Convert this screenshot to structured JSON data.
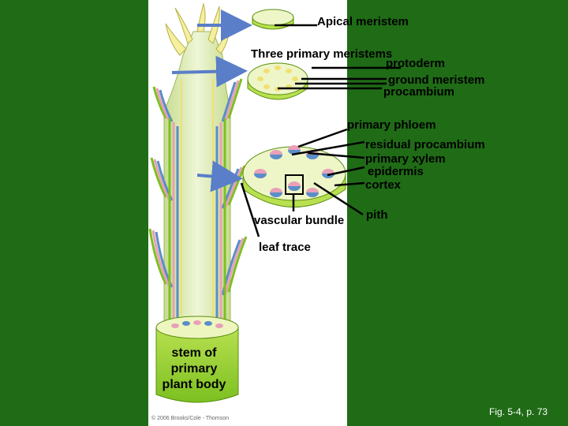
{
  "labels": {
    "apical_meristem": "Apical meristem",
    "three_primary_meristems": "Three primary meristems",
    "protoderm": "protoderm",
    "ground_meristem": "ground meristem",
    "procambium": "procambium",
    "primary_phloem": "primary phloem",
    "residual_procambium": "residual procambium",
    "primary_xylem": "primary xylem",
    "epidermis": "epidermis",
    "cortex": "cortex",
    "vascular_bundle": "vascular bundle",
    "pith": "pith",
    "leaf_trace": "leaf trace",
    "stem_line1": "stem of",
    "stem_line2": "primary",
    "stem_line3": "plant body"
  },
  "figure_ref": "Fig. 5-4, p. 73",
  "copyright": "© 2006 Brooks/Cole - Thomson",
  "colors": {
    "background": "#1f6b16",
    "stem": "#d8e8a8",
    "stem_edge": "#7cb830",
    "phloem": "#e8a0b8",
    "xylem": "#5a8ec8",
    "procambium": "#f0e070",
    "arrow": "#5a7ec8"
  }
}
